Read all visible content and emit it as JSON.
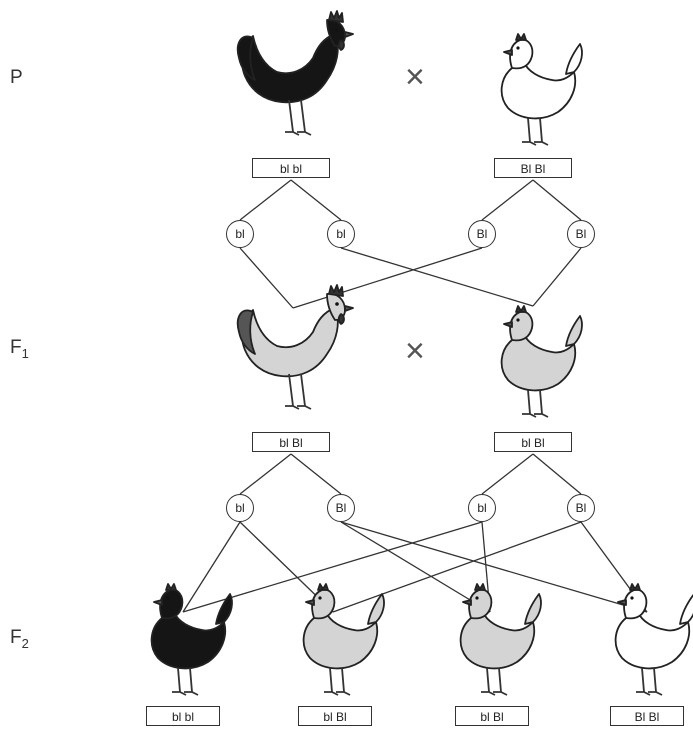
{
  "labels": {
    "p": "P",
    "f1_letter": "F",
    "f1_sub": "1",
    "f2_letter": "F",
    "f2_sub": "2",
    "cross": "×"
  },
  "p_generation": {
    "rooster": {
      "genotype": "bl bl",
      "plumage": "black",
      "color": "#151515"
    },
    "hen": {
      "genotype": "Bl Bl",
      "plumage": "white",
      "color": "#ffffff"
    }
  },
  "p_gametes": [
    "bl",
    "bl",
    "Bl",
    "Bl"
  ],
  "f1_generation": {
    "rooster": {
      "genotype": "bl Bl",
      "plumage": "blue",
      "color": "#d4d4d4"
    },
    "hen": {
      "genotype": "bl Bl",
      "plumage": "blue",
      "color": "#d4d4d4"
    }
  },
  "f1_gametes": [
    "bl",
    "Bl",
    "bl",
    "Bl"
  ],
  "f2_generation": [
    {
      "genotype": "bl bl",
      "plumage": "black",
      "color": "#151515"
    },
    {
      "genotype": "bl Bl",
      "plumage": "blue",
      "color": "#d4d4d4"
    },
    {
      "genotype": "bl Bl",
      "plumage": "blue",
      "color": "#d4d4d4"
    },
    {
      "genotype": "Bl Bl",
      "plumage": "white",
      "color": "#ffffff"
    }
  ]
}
